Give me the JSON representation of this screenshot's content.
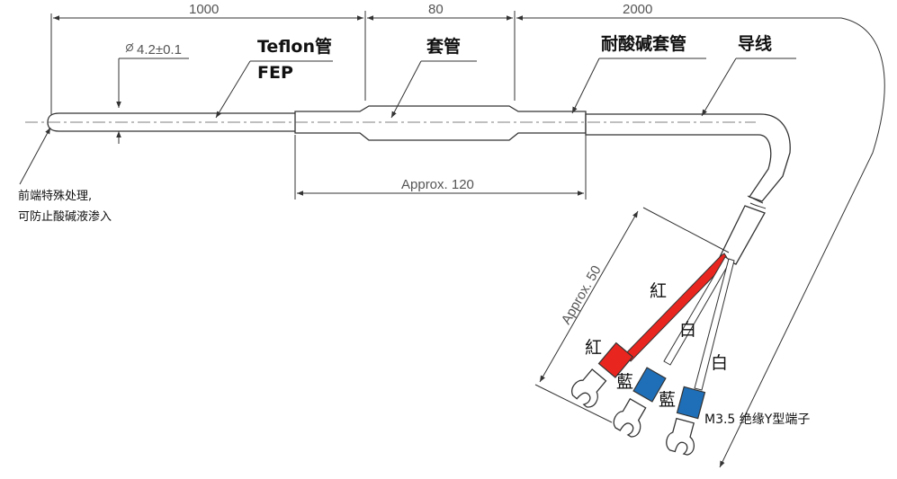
{
  "dimensions": {
    "d1000": "1000",
    "d80": "80",
    "d2000": "2000",
    "diameter": "4.2±0.1",
    "approx120": "Approx. 120",
    "approx50": "Approx. 50"
  },
  "labels": {
    "teflon": "Teflon管",
    "fep": "FEP",
    "sleeve": "套管",
    "acid_sleeve": "耐酸碱套管",
    "lead_wire": "导线",
    "tip_note_line1": "前端特殊处理,",
    "tip_note_line2": "可防止酸碱液渗入",
    "terminal": "M3.5 绝缘Y型端子"
  },
  "wires": {
    "red_1": "紅",
    "red_2": "紅",
    "white_1": "白",
    "white_2": "白",
    "blue_1": "藍",
    "blue_2": "藍"
  },
  "colors": {
    "red_wire": "#e8261f",
    "blue_terminal": "#1f6fb8",
    "red_terminal": "#e8261f",
    "line": "#333333"
  }
}
